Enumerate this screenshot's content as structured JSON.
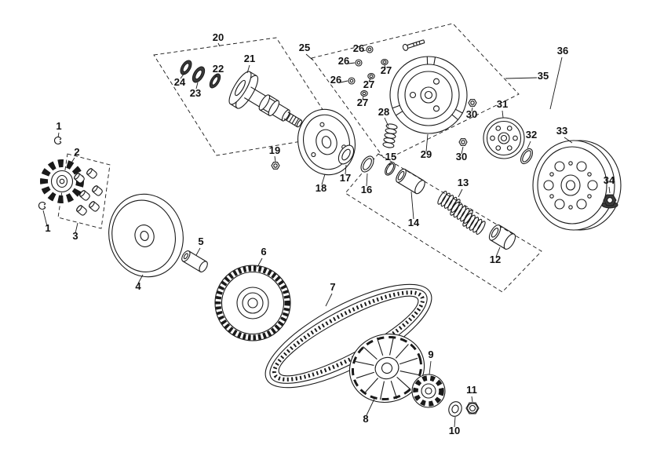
{
  "diagram": {
    "colors": {
      "background": "#ffffff",
      "line": "#1a1a1a",
      "dark_fill": "#3b3b3b",
      "label": "#111111"
    },
    "labels": [
      "1",
      "2",
      "1",
      "3",
      "4",
      "5",
      "6",
      "7",
      "8",
      "9",
      "10",
      "11",
      "12",
      "13",
      "14",
      "15",
      "16",
      "17",
      "18",
      "19",
      "20",
      "21",
      "22",
      "23",
      "24",
      "25",
      "26",
      "26",
      "26",
      "27",
      "27",
      "27",
      "28",
      "29",
      "30",
      "30",
      "31",
      "32",
      "33",
      "34",
      "35",
      "36"
    ]
  }
}
